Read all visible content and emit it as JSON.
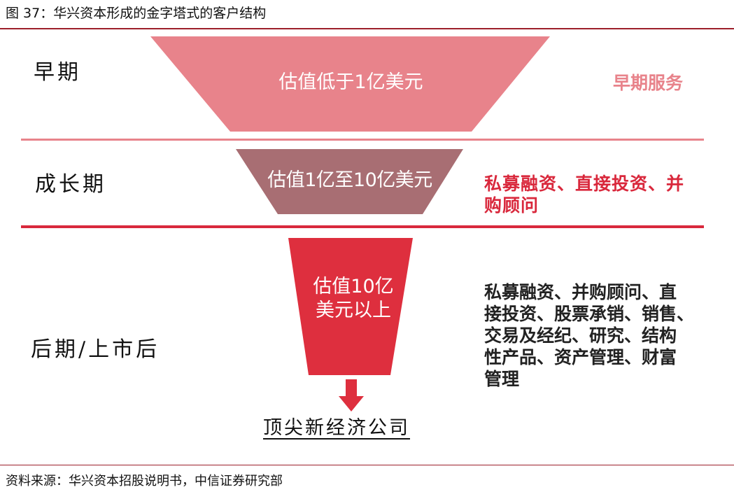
{
  "figure_title": "图 37：华兴资本形成的金字塔式的客户结构",
  "stages": [
    {
      "name": "早期",
      "funnel_text_lines": [
        "估值低于1亿美元"
      ],
      "service_text_lines": [
        "早期服务"
      ],
      "funnel_color": "#e8838b",
      "service_color": "#e8838b"
    },
    {
      "name": "成长期",
      "funnel_text_lines": [
        "估值1亿至10亿美元"
      ],
      "service_text_lines": [
        "私募融资、直接投资、并",
        "购顾问"
      ],
      "funnel_color": "#a86e73",
      "service_color": "#d9283c"
    },
    {
      "name": "后期/上市后",
      "funnel_text_lines": [
        "估值10亿",
        "美元以上"
      ],
      "service_text_lines": [
        "私募融资、并购顾问、直",
        "接投资、股票承销、销售、",
        "交易及经纪、研究、结构",
        "性产品、资产管理、财富",
        "管理"
      ],
      "funnel_color": "#de2f3e",
      "service_color": "#222222"
    }
  ],
  "divider_colors": [
    "#e8838b",
    "#d9283c"
  ],
  "result_label": "顶尖新经济公司",
  "arrow_color": "#de2f3e",
  "source_note": "资料来源：华兴资本招股说明书，中信证券研究部"
}
